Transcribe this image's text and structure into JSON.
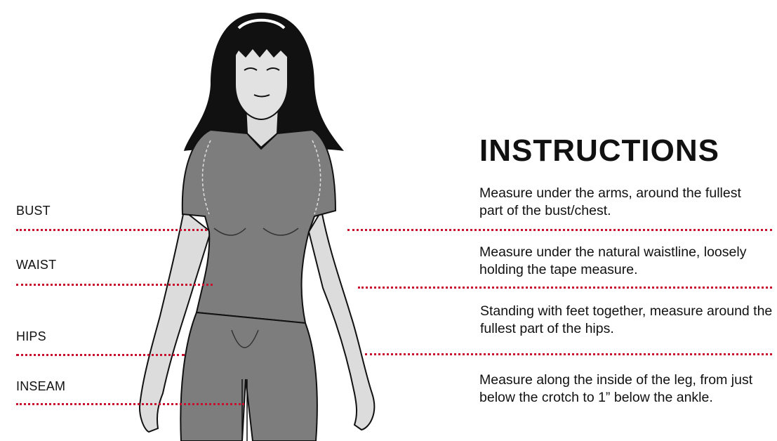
{
  "measurements": [
    {
      "label": "BUST",
      "instruction": "Measure under the arms, around the fullest part of the bust/chest."
    },
    {
      "label": "WAIST",
      "instruction": "Measure under the natural waistline, loosely holding the tape measure."
    },
    {
      "label": "HIPS",
      "instruction": "Standing with feet together, measure around the fullest part of the hips."
    },
    {
      "label": "INSEAM",
      "instruction": "Measure along the inside of the leg, from just below the crotch to 1” below the ankle."
    }
  ],
  "instructions_title": "INSTRUCTIONS",
  "colors": {
    "guide_line": "#c8102e",
    "garment": "#7d7d7d",
    "skin": "#dcdcdc",
    "hair": "#111111"
  }
}
